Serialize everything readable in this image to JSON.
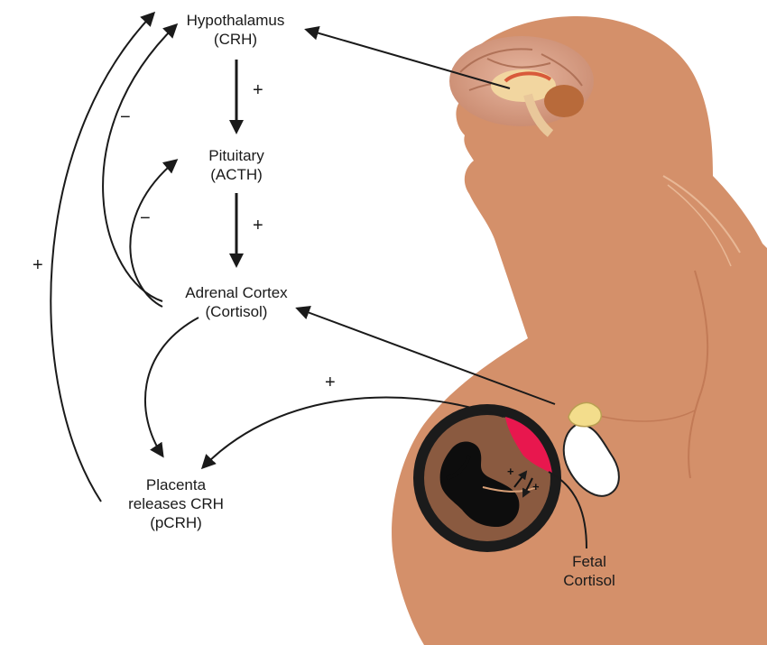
{
  "labels": {
    "hypothalamus": {
      "line1": "Hypothalamus",
      "line2": "(CRH)"
    },
    "pituitary": {
      "line1": "Pituitary",
      "line2": "(ACTH)"
    },
    "adrenal": {
      "line1": "Adrenal Cortex",
      "line2": "(Cortisol)"
    },
    "placenta": {
      "line1": "Placenta",
      "line2": "releases CRH",
      "line3": "(pCRH)"
    },
    "fetal": {
      "line1": "Fetal",
      "line2": "Cortisol"
    }
  },
  "signs": {
    "hypo_to_pit": "+",
    "pit_to_adrenal": "+",
    "adrenal_to_hypo": "−",
    "adrenal_to_pit": "−",
    "placenta_to_hypo": "+",
    "fetal_to_placenta": "+",
    "fetal_inner_a": "+",
    "fetal_inner_b": "+"
  },
  "colors": {
    "silhouette": "#d4906a",
    "uterus_dark": "#1b1b1b",
    "uterus_inner": "#8a5a40",
    "placenta_red": "#e8174e",
    "kidney_white": "#ffffff",
    "adrenal_yellow": "#f3dd8c",
    "brain_pink": "#d9a089",
    "arrow": "#1a1a1a"
  }
}
